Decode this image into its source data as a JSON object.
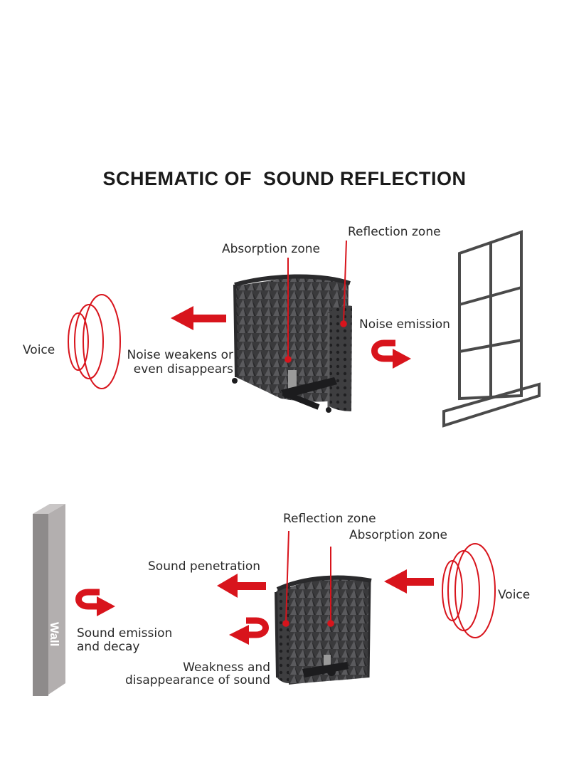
{
  "title": "SCHEMATIC OF  SOUND REFLECTION",
  "top_scene": {
    "reflection_zone": "Reflection zone",
    "absorption_zone": "Absorption zone",
    "voice": "Voice",
    "noise_weakens_line1": "Noise weakens or",
    "noise_weakens_line2": "even disappears",
    "noise_emission": "Noise emission"
  },
  "bottom_scene": {
    "reflection_zone": "Reflection zone",
    "absorption_zone": "Absorption zone",
    "sound_penetration": "Sound penetration",
    "voice": "Voice",
    "sound_emission_line1": "Sound emission",
    "sound_emission_line2": "and decay",
    "weakness_line1": "Weakness and",
    "weakness_line2": "disappearance of sound",
    "wall": "Wall"
  },
  "colors": {
    "accent_red": "#d8141c",
    "panel_dark": "#3b3b3d",
    "outline_gray": "#4a4a4a",
    "wall_gray": "#8e8b8b"
  }
}
